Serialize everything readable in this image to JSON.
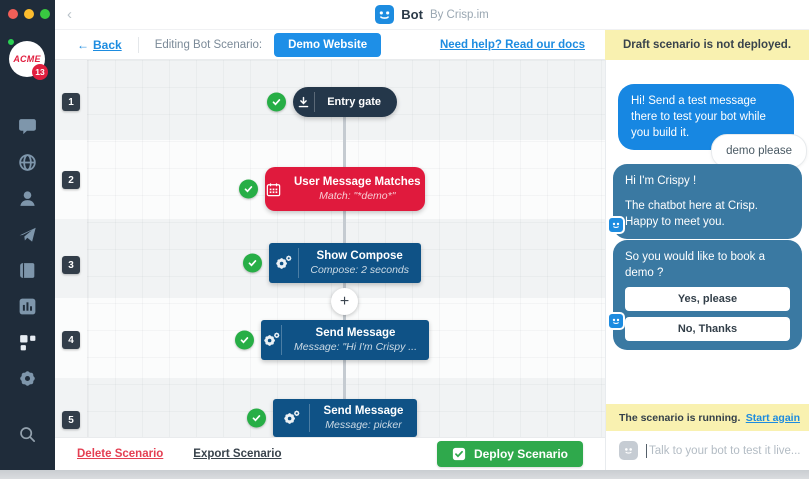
{
  "topbar": {
    "chevron": "‹",
    "app_name": "Bot",
    "app_by": "By Crisp.im"
  },
  "sidebar": {
    "workspace_initials": "ACME",
    "unread_badge": "13"
  },
  "toolbar": {
    "back_arrow": "←",
    "back": "Back",
    "editing_label": "Editing Bot Scenario:",
    "scenario_button": "Demo Website",
    "help_link": "Need help? Read our docs",
    "draft_banner": "Draft scenario is not deployed."
  },
  "canvas": {
    "rows": [
      "1",
      "2",
      "3",
      "4",
      "5"
    ],
    "add_button": "+",
    "nodes": [
      {
        "title": "Entry gate"
      },
      {
        "title": "User Message Matches",
        "subtitle": "Match: \"*demo*\""
      },
      {
        "title": "Show Compose",
        "subtitle": "Compose: 2 seconds"
      },
      {
        "title": "Send Message",
        "subtitle": "Message: \"Hi I'm Crispy ..."
      },
      {
        "title": "Send Message",
        "subtitle": "Message: picker"
      }
    ]
  },
  "footer": {
    "delete": "Delete Scenario",
    "export": "Export Scenario",
    "deploy": "Deploy Scenario"
  },
  "chat": {
    "messages": [
      {
        "from": "bot",
        "text": "Hi! Send a test message there to test your bot while you build it."
      },
      {
        "from": "user",
        "text": "demo please"
      },
      {
        "from": "bot",
        "lines": [
          "Hi I'm Crispy !",
          "The chatbot here at Crisp. Happy to meet you."
        ]
      },
      {
        "from": "bot",
        "text": "So you would like to book a demo ?",
        "choices": [
          "Yes, please",
          "No, Thanks"
        ]
      }
    ],
    "status_text": "The scenario is running.",
    "status_action": "Start again",
    "input_placeholder": "Talk to your bot to test it live..."
  },
  "colors": {
    "accent_blue": "#1d8ce0",
    "node_navy": "#24374a",
    "node_red": "#e01a3d",
    "node_blue": "#0f5286",
    "check_green": "#27ae46",
    "deploy_green": "#2fa94c",
    "banner_yellow": "#f9f1b0",
    "sidebar_navy": "#1f2c3a",
    "chat_bot_blue": "#1787e2",
    "chat_slate_blue": "#3a79a2",
    "delete_red": "#e43f52"
  }
}
